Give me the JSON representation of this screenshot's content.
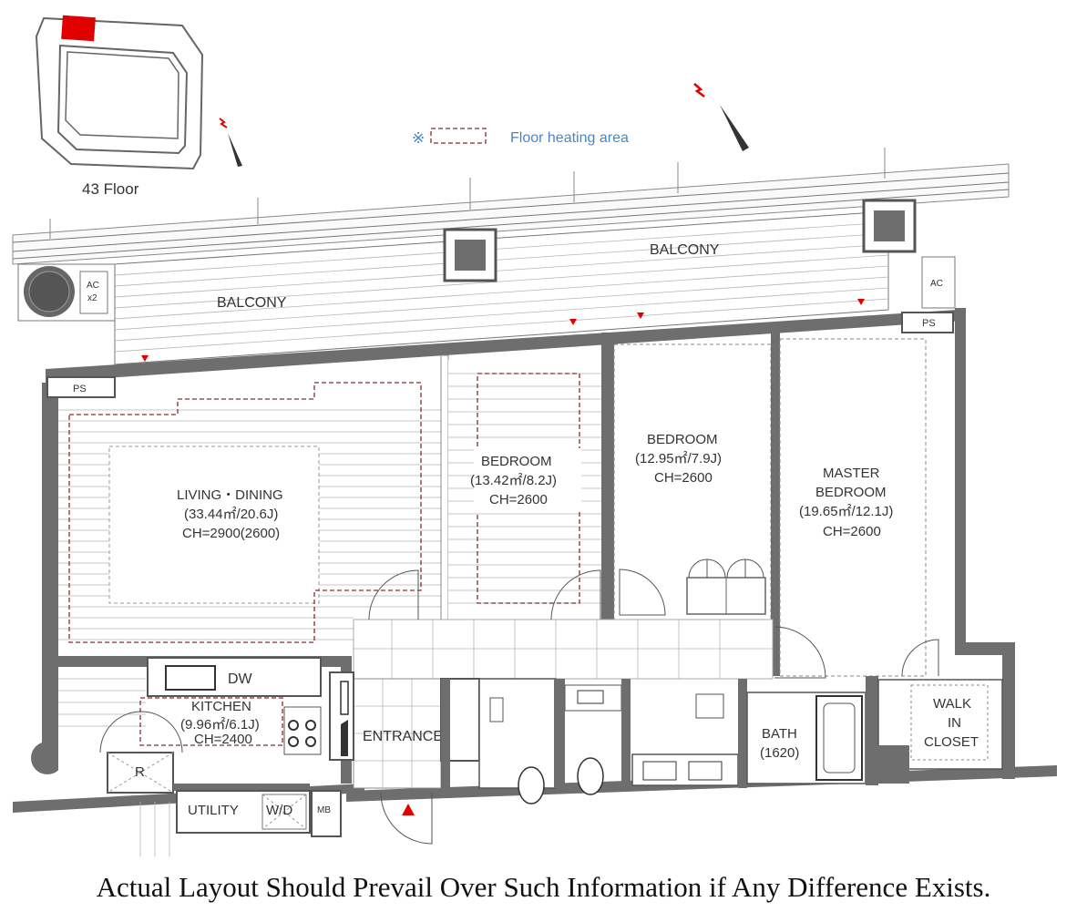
{
  "key_plan": {
    "floor_label": "43 Floor"
  },
  "legend": {
    "symbol": "※",
    "label": "Floor heating area"
  },
  "rooms": {
    "balcony_left": "BALCONY",
    "balcony_right": "BALCONY",
    "ac_left": [
      "AC",
      "x2"
    ],
    "ac_right": "AC",
    "ps_left": "PS",
    "ps_right": "PS",
    "living": [
      "LIVING・DINING",
      "(33.44㎡/20.6J)",
      "CH=2900(2600)"
    ],
    "bedroom1": [
      "BEDROOM",
      "(13.42㎡/8.2J)",
      "CH=2600"
    ],
    "bedroom2": [
      "BEDROOM",
      "(12.95㎡/7.9J)",
      "CH=2600"
    ],
    "master": [
      "MASTER",
      "BEDROOM",
      "(19.65㎡/12.1J)",
      "CH=2600"
    ],
    "kitchen": [
      "KITCHEN",
      "(9.96㎡/6.1J)",
      "CH=2400"
    ],
    "dw": "DW",
    "fridge": "R",
    "utility": "UTILITY",
    "wd": "W/D",
    "mb": "MB",
    "entrance": "ENTRANCE",
    "bath": [
      "BATH",
      "(1620)"
    ],
    "walk_in": [
      "WALK",
      "IN",
      "CLOSET"
    ]
  },
  "colors": {
    "wall": "#6e6e6e",
    "heating_outline": "#8b2a2a",
    "marker": "#e00000",
    "legend_text": "#4a86c5"
  },
  "disclaimer": "Actual Layout Should Prevail Over Such Information if Any Difference Exists."
}
